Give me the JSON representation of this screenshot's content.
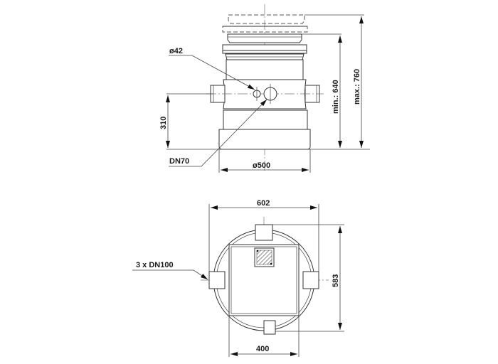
{
  "drawing": {
    "side_view": {
      "labels": {
        "small_outlet": "ø42",
        "main_outlet": "DN70",
        "outlet_height": "310",
        "diameter": "ø500",
        "min_height": "min.: 640",
        "max_height": "max.: 760"
      }
    },
    "top_view": {
      "labels": {
        "width": "602",
        "depth": "583",
        "cover_width": "400",
        "inlets": "3 x DN100"
      }
    }
  }
}
